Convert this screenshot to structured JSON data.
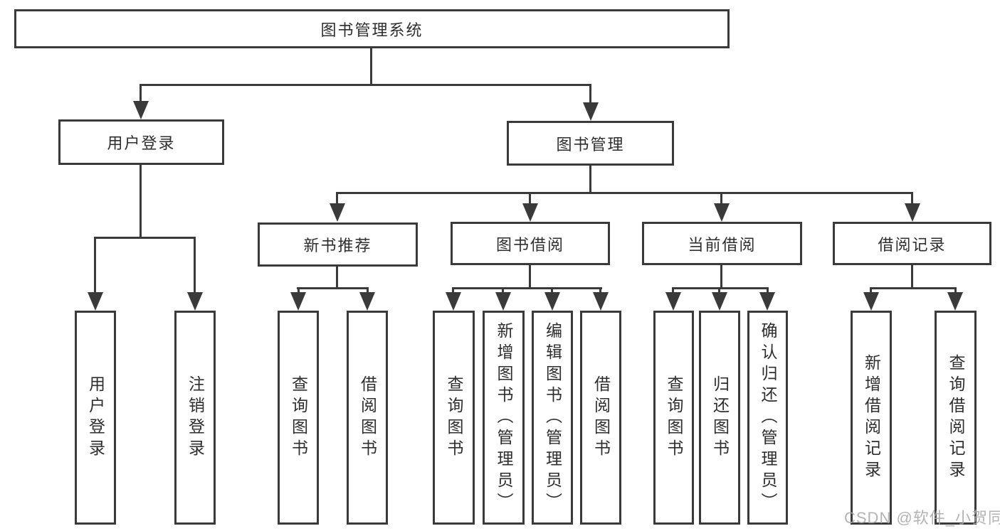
{
  "diagram": {
    "root": {
      "label": "图书管理系统",
      "children": [
        {
          "label": "用户登录",
          "children": [
            {
              "label": "用户登录"
            },
            {
              "label": "注销登录"
            }
          ]
        },
        {
          "label": "图书管理",
          "children": [
            {
              "label": "新书推荐",
              "children": [
                {
                  "label": "查询图书"
                },
                {
                  "label": "借阅图书"
                }
              ]
            },
            {
              "label": "图书借阅",
              "children": [
                {
                  "label": "查询图书"
                },
                {
                  "label": "新增图书（管理员）"
                },
                {
                  "label": "编辑图书（管理员）"
                },
                {
                  "label": "借阅图书"
                }
              ]
            },
            {
              "label": "当前借阅",
              "children": [
                {
                  "label": "查询图书"
                },
                {
                  "label": "归还图书"
                },
                {
                  "label": "确认归还（管理员）"
                }
              ]
            },
            {
              "label": "借阅记录",
              "children": [
                {
                  "label": "新增借阅记录"
                },
                {
                  "label": "查询借阅记录"
                }
              ]
            }
          ]
        }
      ]
    }
  },
  "watermark": {
    "text": "CSDN @软件_小贺同学"
  },
  "colors": {
    "line": "#3a3a3a",
    "text": "#2e2e2e",
    "watermark": "#a8a8a8",
    "background": "#ffffff"
  }
}
